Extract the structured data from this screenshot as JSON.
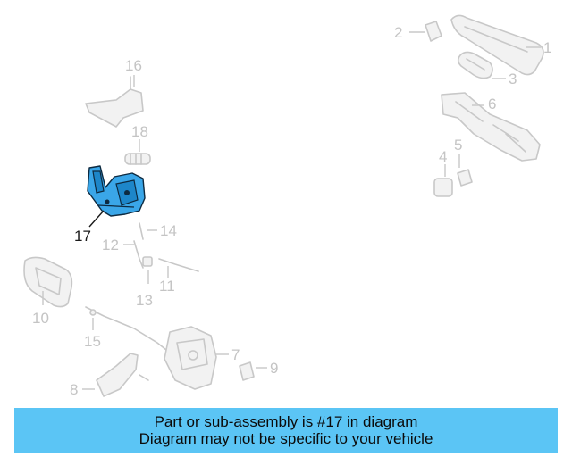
{
  "colors": {
    "highlight": "#3aa6e8",
    "banner_bg": "#5bc5f5",
    "ghost_line": "#c8c8c8"
  },
  "highlighted_part": "17",
  "callouts": [
    "1",
    "2",
    "3",
    "4",
    "5",
    "6",
    "7",
    "8",
    "9",
    "10",
    "11",
    "12",
    "13",
    "14",
    "15",
    "16",
    "17",
    "18"
  ],
  "banner": {
    "line1": "Part or sub-assembly is #17 in diagram",
    "line2": "Diagram may not be specific to your vehicle"
  }
}
